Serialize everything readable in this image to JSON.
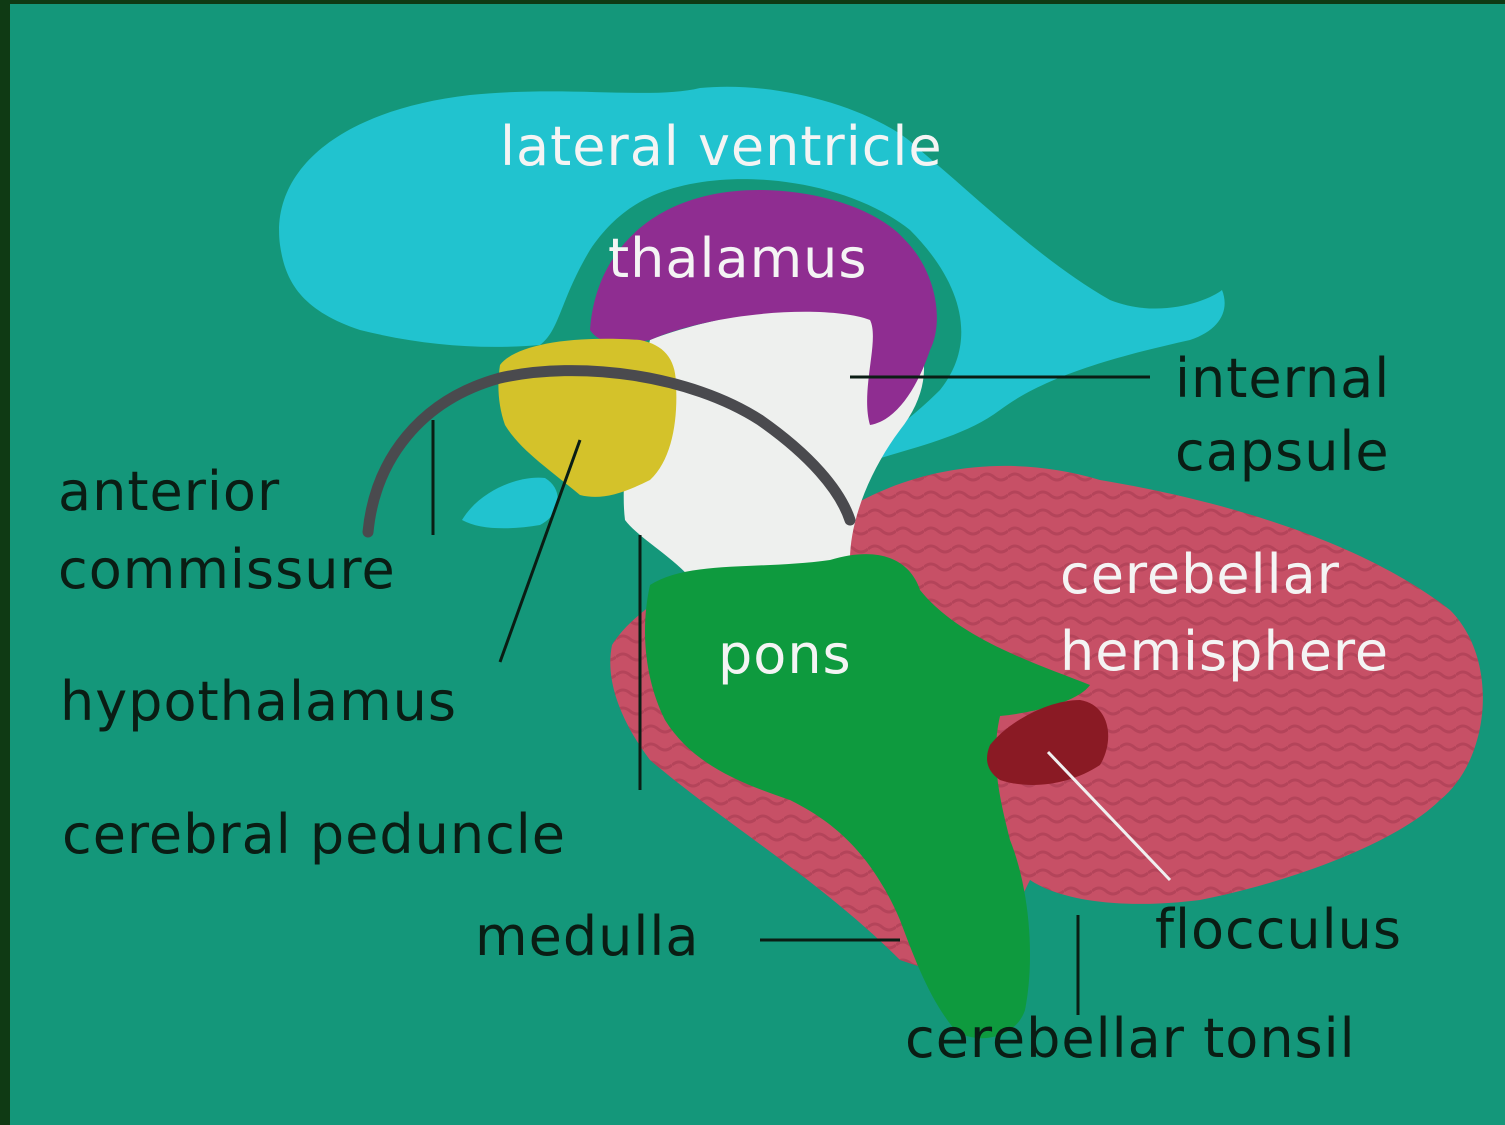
{
  "diagram": {
    "labels": {
      "lateral_ventricle": "lateral ventricle",
      "thalamus": "thalamus",
      "internal_capsule_1": "internal",
      "internal_capsule_2": "capsule",
      "anterior_commissure_1": "anterior",
      "anterior_commissure_2": "commissure",
      "cerebellar_hemisphere_1": "cerebellar",
      "cerebellar_hemisphere_2": "hemisphere",
      "pons": "pons",
      "hypothalamus": "hypothalamus",
      "cerebral_peduncle": "cerebral peduncle",
      "medulla": "medulla",
      "flocculus": "flocculus",
      "cerebellar_tonsil": "cerebellar tonsil"
    },
    "colors": {
      "background": "#14977a",
      "left_border": "#0f3a14",
      "lateral_ventricle": "#21c3cf",
      "thalamus": "#8f2d91",
      "internal_capsule": "#eef0ee",
      "hypothalamus": "#d4c22a",
      "anterior_commissure": "#4a4a4e",
      "brainstem": "#0e9a3e",
      "cerebellum": "#c75066",
      "flocculus": "#8a1a24"
    }
  }
}
